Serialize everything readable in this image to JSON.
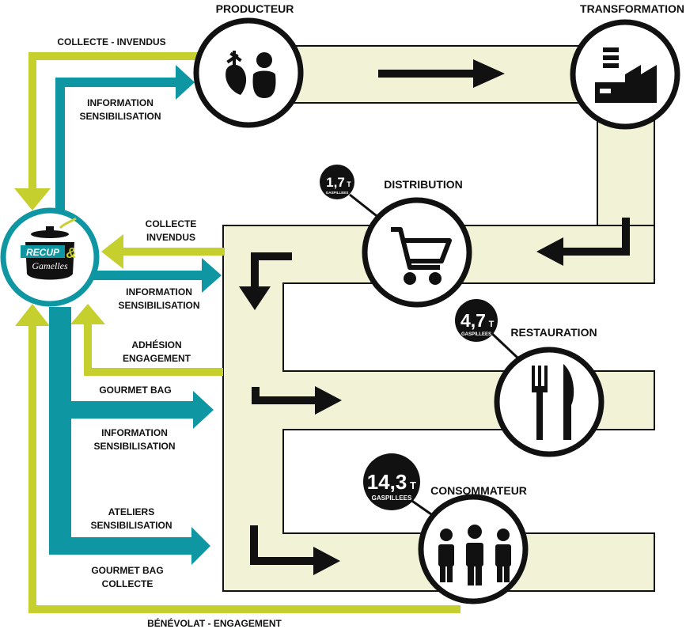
{
  "colors": {
    "lime": "#c5cf2e",
    "teal": "#0e97a3",
    "cream": "#f2f2d6",
    "black": "#111111",
    "white": "#ffffff"
  },
  "nodes": {
    "producteur": {
      "label": "PRODUCTEUR",
      "icon": "vegetables-farmer-icon"
    },
    "transformation": {
      "label": "TRANSFORMATION",
      "icon": "factory-icon"
    },
    "distribution": {
      "label": "DISTRIBUTION",
      "icon": "shopping-cart-icon",
      "badge_value": "1,7",
      "badge_unit": "T",
      "badge_sub": "GASPILLEES"
    },
    "restauration": {
      "label": "RESTAURATION",
      "icon": "fork-knife-icon",
      "badge_value": "4,7",
      "badge_unit": "T",
      "badge_sub": "GASPILLEES"
    },
    "consommateur": {
      "label": "CONSOMMATEUR",
      "icon": "people-icon",
      "badge_value": "14,3",
      "badge_unit": "T",
      "badge_sub": "GASPILLEES"
    }
  },
  "logo": {
    "line1": "RECUP",
    "amp": "&",
    "line2": "Gamelles",
    "icon": "cooking-pot-icon"
  },
  "flows": {
    "collecte_invendus_top": "COLLECTE - INVENDUS",
    "information_top": [
      "INFORMATION",
      "SENSIBILISATION"
    ],
    "collecte_invendus_mid": [
      "COLLECTE",
      "INVENDUS"
    ],
    "information_mid": [
      "INFORMATION",
      "SENSIBILISATION"
    ],
    "adhesion": [
      "ADHÉSION",
      "ENGAGEMENT"
    ],
    "gourmet_bag": "GOURMET BAG",
    "information_low": [
      "INFORMATION",
      "SENSIBILISATION"
    ],
    "ateliers": [
      "ATELIERS",
      "SENSIBILISATION"
    ],
    "gourmet_bag_collecte": [
      "GOURMET BAG",
      "COLLECTE"
    ],
    "benevolat": "BÉNÉVOLAT - ENGAGEMENT"
  }
}
